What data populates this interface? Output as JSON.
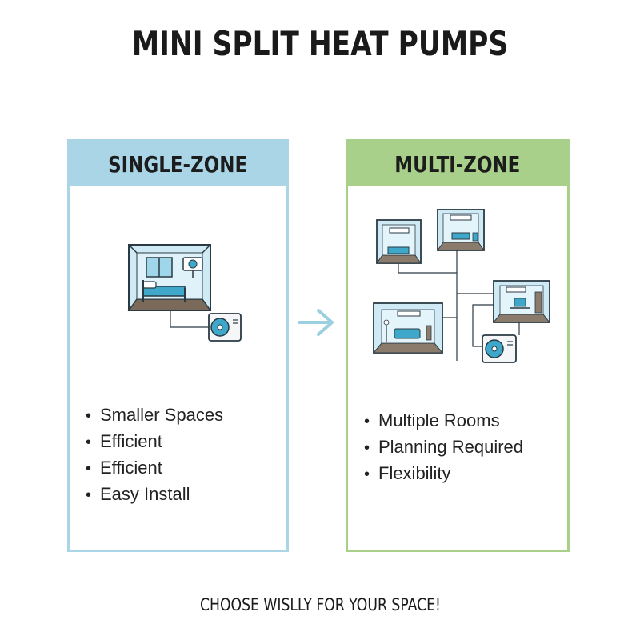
{
  "title": "MINI SPLIT HEAT PUMPS",
  "single": {
    "header": "SINGLE-ZONE",
    "bullets": [
      "Smaller Spaces",
      "Efficient",
      "Efficient",
      "Easy Install"
    ]
  },
  "multi": {
    "header": "MULTI-ZONE",
    "bullets": [
      "Multiple Rooms",
      "Planning Required",
      "Flexibility"
    ]
  },
  "footer": "CHOOSE WISLLY FOR YOUR SPACE!",
  "colors": {
    "single_accent": "#a9d5e6",
    "multi_accent": "#a8d08a",
    "illustration_blue": "#3fa7c9",
    "arrow": "#9ccfe0"
  },
  "icons": [
    "bedroom-icon",
    "outdoor-unit-icon",
    "arrow-right-icon",
    "room-icon",
    "living-room-icon",
    "office-room-icon"
  ]
}
